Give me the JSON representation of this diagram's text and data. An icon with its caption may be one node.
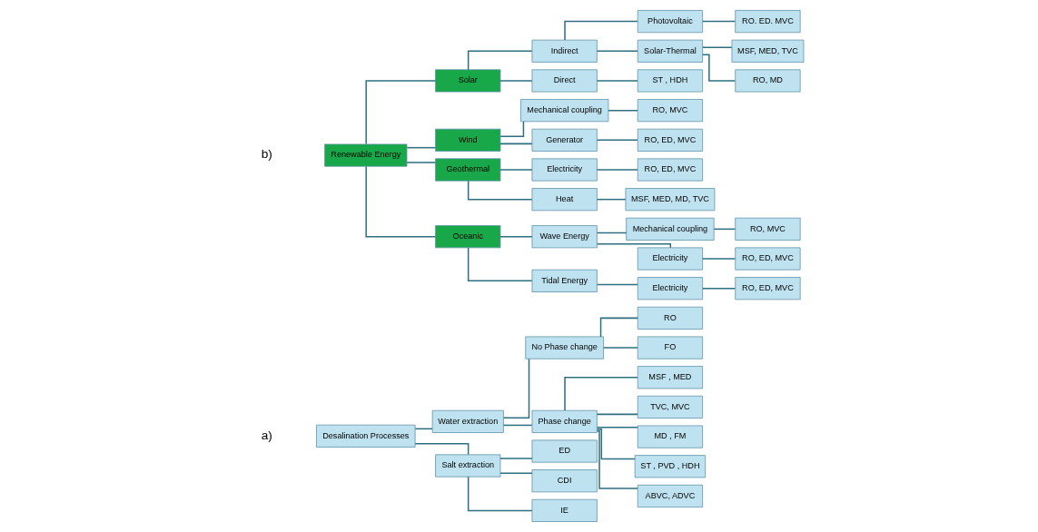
{
  "diagram": {
    "nodes": [
      {
        "text": [
          "Desalination Processes"
        ]
      },
      {
        "text": [
          "Water extraction"
        ]
      },
      {
        "text": [
          "Salt extraction"
        ]
      },
      {
        "text": [
          "No Phase change"
        ]
      },
      {
        "text": [
          "Phase change"
        ]
      },
      {
        "text": [
          "RO"
        ]
      },
      {
        "text": [
          "FO"
        ]
      },
      {
        "text": [
          "MSF , MED"
        ]
      },
      {
        "text": [
          "TVC, MVC"
        ]
      },
      {
        "text": [
          "MD , FM"
        ]
      },
      {
        "text": [
          "ST , PVD , HDH"
        ]
      },
      {
        "text": [
          "ABVC, ADVC"
        ]
      },
      {
        "text": [
          "ED"
        ]
      },
      {
        "text": [
          "CDI"
        ]
      },
      {
        "text": [
          "IE"
        ]
      },
      {
        "text": [
          "Renewable Energy"
        ]
      },
      {
        "text": [
          "Solar"
        ]
      },
      {
        "text": [
          "Wind"
        ]
      },
      {
        "text": [
          "Geothermal"
        ]
      },
      {
        "text": [
          "Oceanic"
        ]
      },
      {
        "text": [
          "Indirect"
        ]
      },
      {
        "text": [
          "Direct"
        ]
      },
      {
        "text": [
          "Photovoltaic"
        ]
      },
      {
        "text": [
          "Solar-Thermal"
        ]
      },
      {
        "text": [
          "RO. ED. MVC"
        ]
      },
      {
        "text": [
          "MSF, MED, TVC"
        ]
      },
      {
        "text": [
          "RO, MD"
        ]
      },
      {
        "text": [
          "ST , HDH"
        ]
      },
      {
        "text": [
          "Mechanical coupling"
        ]
      },
      {
        "text": [
          "Generator"
        ]
      },
      {
        "text": [
          "RO, MVC"
        ]
      },
      {
        "text": [
          "RO, ED, MVC"
        ]
      },
      {
        "text": [
          "Electricity"
        ]
      },
      {
        "text": [
          "Heat"
        ]
      },
      {
        "text": [
          "RO, ED, MVC"
        ]
      },
      {
        "text": [
          "MSF, MED, MD, TVC"
        ]
      },
      {
        "text": [
          "Wave Energy"
        ]
      },
      {
        "text": [
          "Tidal Energy"
        ]
      },
      {
        "text": [
          "Mechanical coupling"
        ]
      },
      {
        "text": [
          "Electricity"
        ]
      },
      {
        "text": [
          "Electricity"
        ]
      },
      {
        "text": [
          "RO, MVC"
        ]
      },
      {
        "text": [
          "RO, ED, MVC"
        ]
      },
      {
        "text": [
          "RO, ED, MVC"
        ]
      }
    ],
    "edges": [
      {
        "from": 0,
        "to": 1,
        "arrow": "none"
      },
      {
        "from": 0,
        "to": 2,
        "arrow": "none"
      },
      {
        "from": 1,
        "to": 3,
        "arrow": "none"
      },
      {
        "from": 1,
        "to": 4,
        "arrow": "none"
      },
      {
        "from": 3,
        "to": 5,
        "arrow": "none"
      },
      {
        "from": 3,
        "to": 6,
        "arrow": "none"
      },
      {
        "from": 4,
        "to": 7,
        "arrow": "none"
      },
      {
        "from": 4,
        "to": 8,
        "arrow": "none"
      },
      {
        "from": 4,
        "to": 9,
        "arrow": "none"
      },
      {
        "from": 4,
        "to": 10,
        "arrow": "none"
      },
      {
        "from": 4,
        "to": 11,
        "arrow": "none"
      },
      {
        "from": 2,
        "to": 12,
        "arrow": "none"
      },
      {
        "from": 2,
        "to": 13,
        "arrow": "none"
      },
      {
        "from": 2,
        "to": 14,
        "arrow": "none"
      },
      {
        "from": 15,
        "to": 16,
        "arrow": "none"
      },
      {
        "from": 15,
        "to": 17,
        "arrow": "none"
      },
      {
        "from": 15,
        "to": 18,
        "arrow": "none"
      },
      {
        "from": 15,
        "to": 19,
        "arrow": "none"
      },
      {
        "from": 16,
        "to": 20,
        "arrow": "none"
      },
      {
        "from": 16,
        "to": 21,
        "arrow": "none"
      },
      {
        "from": 20,
        "to": 22,
        "arrow": "none"
      },
      {
        "from": 20,
        "to": 23,
        "arrow": "none"
      },
      {
        "from": 22,
        "to": 24,
        "arrow": "none"
      },
      {
        "from": 23,
        "to": 25,
        "arrow": "none"
      },
      {
        "from": 23,
        "to": 26,
        "arrow": "none"
      },
      {
        "from": 21,
        "to": 27,
        "arrow": "none"
      },
      {
        "from": 17,
        "to": 28,
        "arrow": "none"
      },
      {
        "from": 17,
        "to": 29,
        "arrow": "none"
      },
      {
        "from": 28,
        "to": 30,
        "arrow": "none"
      },
      {
        "from": 29,
        "to": 31,
        "arrow": "none"
      },
      {
        "from": 18,
        "to": 32,
        "arrow": "none"
      },
      {
        "from": 18,
        "to": 33,
        "arrow": "none"
      },
      {
        "from": 32,
        "to": 34,
        "arrow": "none"
      },
      {
        "from": 33,
        "to": 35,
        "arrow": "none"
      },
      {
        "from": 19,
        "to": 36,
        "arrow": "none"
      },
      {
        "from": 19,
        "to": 37,
        "arrow": "none"
      },
      {
        "from": 36,
        "to": 38,
        "arrow": "none"
      },
      {
        "from": 36,
        "to": 39,
        "arrow": "none"
      },
      {
        "from": 37,
        "to": 40,
        "arrow": "none"
      },
      {
        "from": 38,
        "to": 41,
        "arrow": "none"
      },
      {
        "from": 39,
        "to": 42,
        "arrow": "none"
      },
      {
        "from": 40,
        "to": 43,
        "arrow": "none"
      }
    ],
    "labels": [
      "a)",
      "b)"
    ]
  }
}
